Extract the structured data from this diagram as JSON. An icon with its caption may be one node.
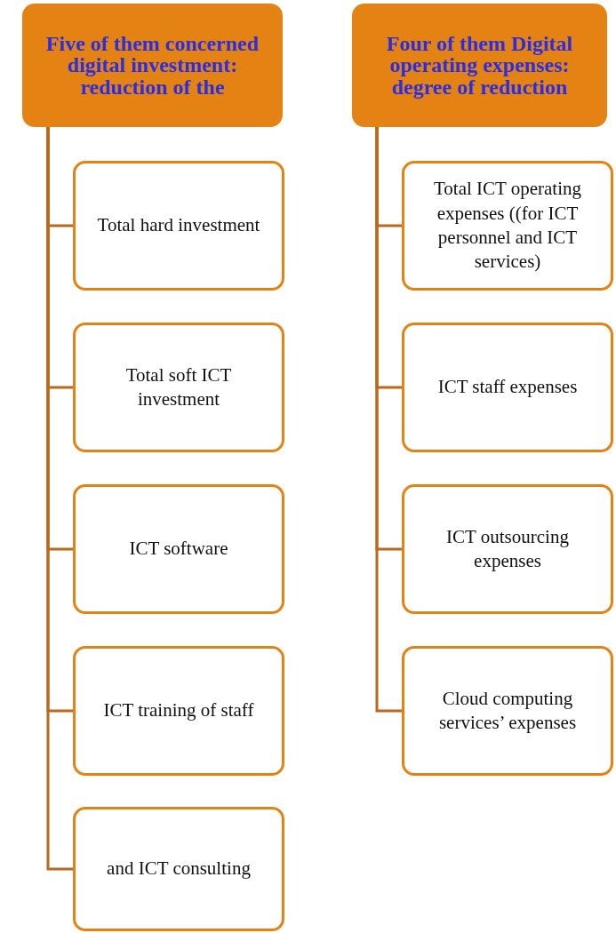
{
  "diagram": {
    "nodes": [
      {
        "text": [
          "Five of them concerned digital investment: reduction of the"
        ]
      },
      {
        "text": [
          "Total hard investment"
        ]
      },
      {
        "text": [
          "Total soft ICT investment"
        ]
      },
      {
        "text": [
          "ICT software"
        ]
      },
      {
        "text": [
          "ICT training of staff"
        ]
      },
      {
        "text": [
          "and ICT consulting"
        ]
      },
      {
        "text": [
          "Four of them Digital operating expenses: degree of reduction"
        ]
      },
      {
        "text": [
          "Total ICT operating expenses ((for ICT personnel and ICT services)"
        ]
      },
      {
        "text": [
          "ICT staff expenses"
        ]
      },
      {
        "text": [
          "ICT outsourcing expenses"
        ]
      },
      {
        "text": [
          "Cloud computing services’ expenses"
        ]
      }
    ],
    "edges": [
      {
        "from": 0,
        "to": 1,
        "arrow": "none"
      },
      {
        "from": 0,
        "to": 2,
        "arrow": "none"
      },
      {
        "from": 0,
        "to": 3,
        "arrow": "none"
      },
      {
        "from": 0,
        "to": 4,
        "arrow": "none"
      },
      {
        "from": 0,
        "to": 5,
        "arrow": "none"
      },
      {
        "from": 6,
        "to": 7,
        "arrow": "none"
      },
      {
        "from": 6,
        "to": 8,
        "arrow": "none"
      },
      {
        "from": 6,
        "to": 9,
        "arrow": "none"
      },
      {
        "from": 6,
        "to": 10,
        "arrow": "none"
      }
    ]
  }
}
